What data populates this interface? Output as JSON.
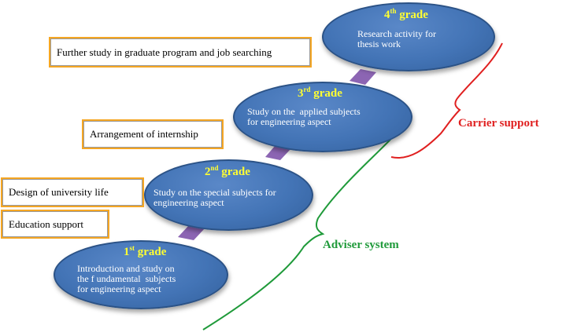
{
  "colors": {
    "oval_fill": "#4374b6",
    "oval_title": "#ffff33",
    "oval_text": "#ffffff",
    "connector": "#8c65b3",
    "box_border": "#f5a623",
    "adviser": "#1f9a3a",
    "carrier": "#e02020"
  },
  "grades": [
    {
      "ordinal": "1",
      "suffix": "st",
      "word": "grade",
      "text": "Introduction and study on\nthe f undamental  subjects\nfor engineering aspect"
    },
    {
      "ordinal": "2",
      "suffix": "nd",
      "word": "grade",
      "text": "Study on the special subjects for\nengineering aspect"
    },
    {
      "ordinal": "3",
      "suffix": "rd",
      "word": "grade",
      "text": "Study on the  applied subjects\nfor engineering aspect"
    },
    {
      "ordinal": "4",
      "suffix": "th",
      "word": "grade",
      "text": "Research activity for\nthesis work"
    }
  ],
  "supports": {
    "further_study": "Further study in graduate program and job searching",
    "internship": "Arrangement of internship",
    "design": "Design of university life",
    "education": "Education support"
  },
  "brackets": {
    "adviser": "Adviser system",
    "carrier": "Carrier support"
  }
}
